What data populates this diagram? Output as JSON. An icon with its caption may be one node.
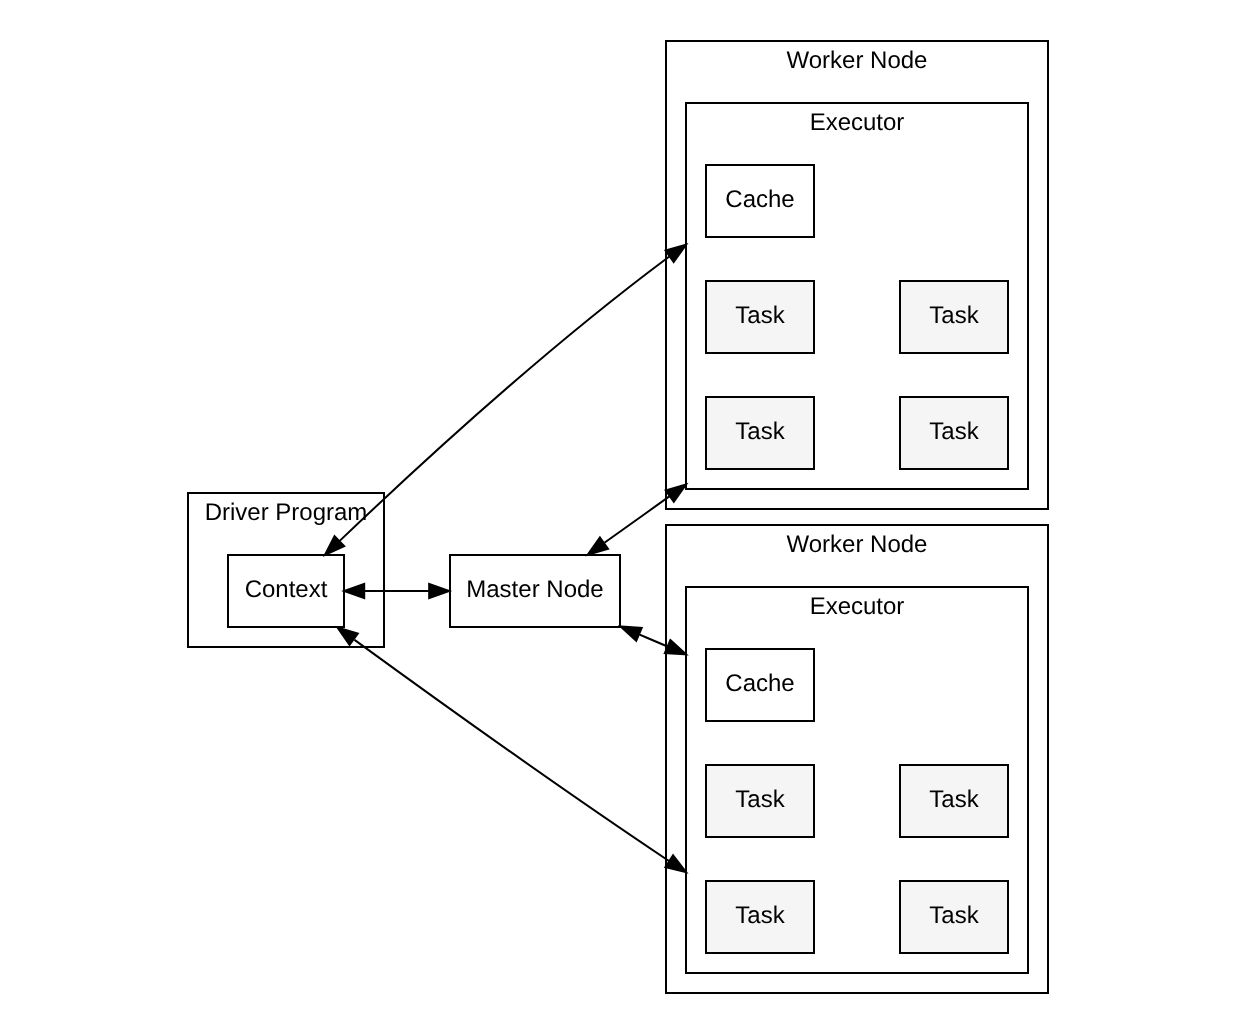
{
  "diagram": {
    "nodes": [
      {
        "text": [
          "Worker Node"
        ]
      },
      {
        "text": [
          "Executor"
        ],
        "in": 0
      },
      {
        "text": [
          "Cache"
        ],
        "in": 1
      },
      {
        "text": [
          "Task"
        ],
        "in": 1
      },
      {
        "text": [
          "Task"
        ],
        "in": 1
      },
      {
        "text": [
          "Task"
        ],
        "in": 1
      },
      {
        "text": [
          "Task"
        ],
        "in": 1
      },
      {
        "text": [
          "Driver Program"
        ]
      },
      {
        "text": [
          "Context"
        ],
        "in": 7
      },
      {
        "text": [
          "Master Node"
        ]
      },
      {
        "text": [
          "Worker Node"
        ]
      },
      {
        "text": [
          "Executor"
        ],
        "in": 10
      },
      {
        "text": [
          "Cache"
        ],
        "in": 11
      },
      {
        "text": [
          "Task"
        ],
        "in": 11
      },
      {
        "text": [
          "Task"
        ],
        "in": 11
      },
      {
        "text": [
          "Task"
        ],
        "in": 11
      },
      {
        "text": [
          "Task"
        ],
        "in": 11
      }
    ],
    "edges": [
      {
        "from": 8,
        "to": 1,
        "arrow": "both"
      },
      {
        "from": 8,
        "to": 9,
        "arrow": "both"
      },
      {
        "from": 9,
        "to": 1,
        "arrow": "both"
      },
      {
        "from": 9,
        "to": 11,
        "arrow": "both"
      },
      {
        "from": 8,
        "to": 11,
        "arrow": "both"
      }
    ]
  }
}
